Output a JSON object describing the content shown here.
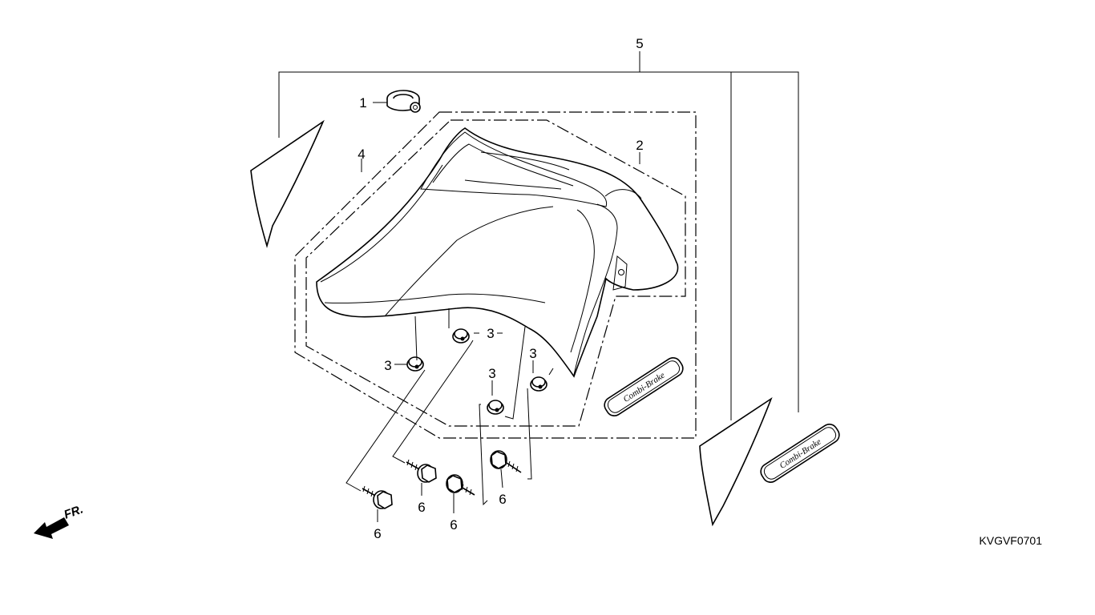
{
  "diagram_code": "KVGVF0701",
  "direction_label": "FR.",
  "emblem_text": "Combi-Brake",
  "callouts": {
    "c1": "1",
    "c2": "2",
    "c3a": "3",
    "c3b": "3",
    "c3c": "3",
    "c3d": "3",
    "c4": "4",
    "c5": "5",
    "c6a": "6",
    "c6b": "6",
    "c6c": "6",
    "c6d": "6"
  }
}
